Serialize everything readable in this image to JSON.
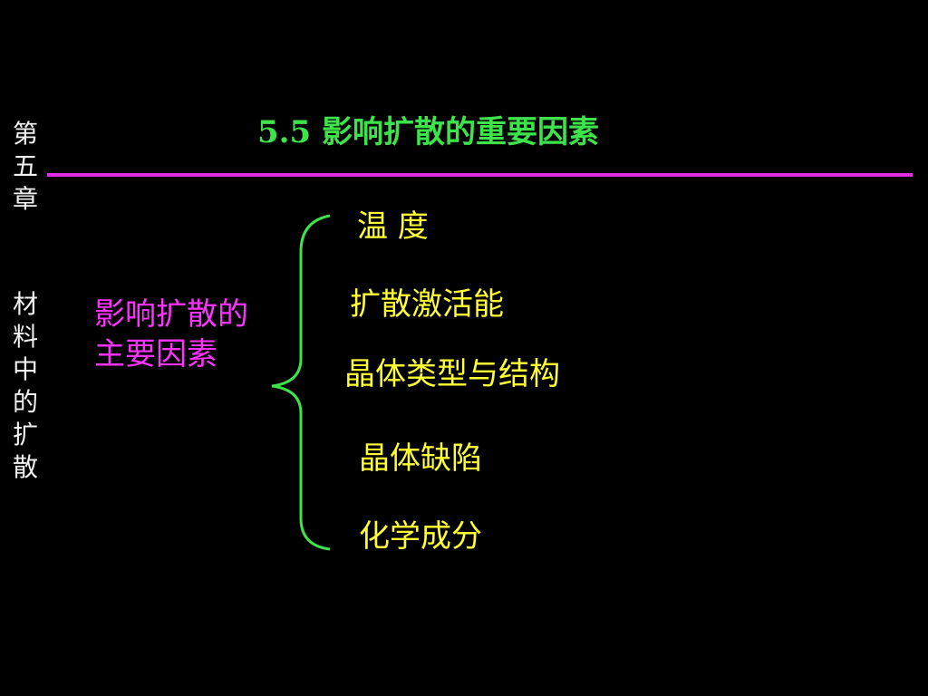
{
  "side": {
    "chapter": [
      "第",
      "五",
      "章"
    ],
    "topic": [
      "材",
      "料",
      "中",
      "的",
      "扩",
      "散"
    ]
  },
  "title": "5.5  影响扩散的重要因素",
  "left_label": {
    "line1": "影响扩散的",
    "line2": "主要因素"
  },
  "factors": [
    "温      度",
    "扩散激活能",
    "晶体类型与结构",
    "晶体缺陷",
    "化学成分"
  ],
  "colors": {
    "background": "#000000",
    "title": "#3ee24b",
    "rule": "#e02ee0",
    "left_label": "#ff33ff",
    "factors": "#ffff33",
    "brace": "#3ee24b",
    "side_text": "#f2f2f2"
  }
}
